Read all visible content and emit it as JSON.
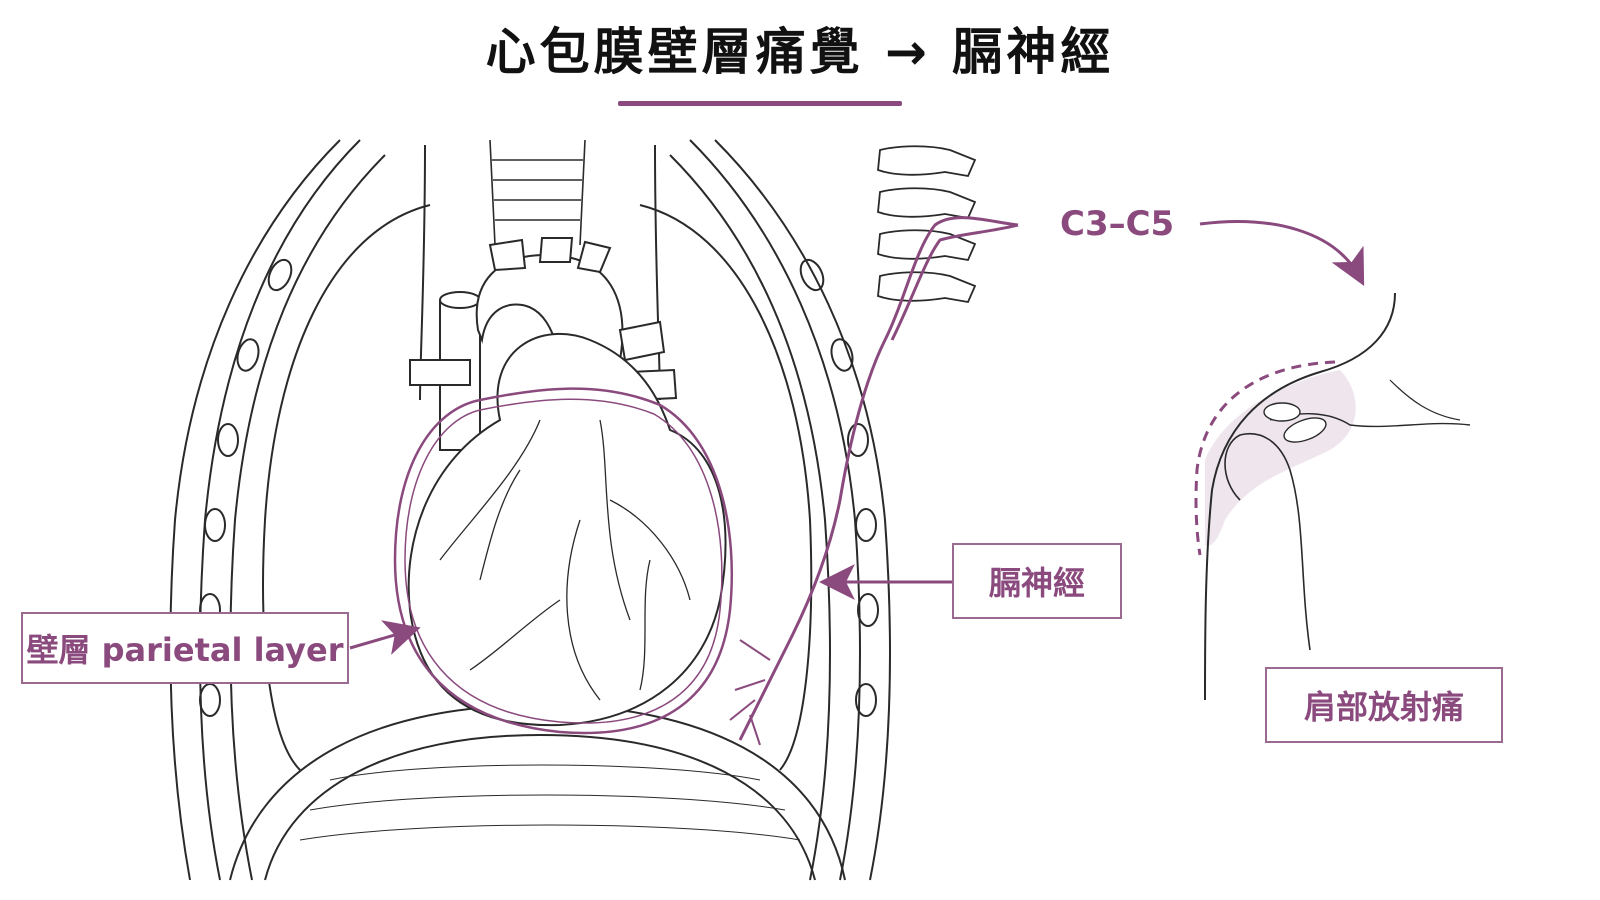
{
  "title": "心包膜壁層痛覺 → 膈神經",
  "labels": {
    "parietal": "壁層 parietal layer",
    "phrenic": "膈神經",
    "spinal": "C3–C5",
    "shoulder": "肩部放射痛"
  },
  "colors": {
    "accent": "#8b4a7e",
    "line": "#2a2a2a",
    "shade": "#e8dbe6"
  }
}
